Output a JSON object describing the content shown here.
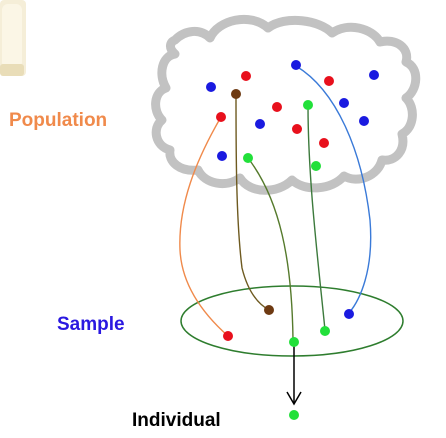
{
  "labels": {
    "population": "Population",
    "sample": "Sample",
    "individual": "Individual"
  },
  "colors": {
    "population_label": "#f08a4b",
    "sample_label": "#2a18e0",
    "individual_label": "#000000",
    "cloud_outline": "#c0c0c0",
    "ellipse": "#2e7d2e",
    "dot_red": "#e8101c",
    "dot_blue": "#1a1ae0",
    "dot_green": "#22e03a",
    "dot_brown": "#6e3a12",
    "curve_orange": "#f08a4b",
    "curve_green": "#3c7a3c",
    "curve_olive": "#557a2c",
    "curve_brown": "#6e5a20",
    "curve_blue": "#3a7ad8",
    "arrow": "#000000",
    "corner_object": "#f3ead0"
  },
  "icons": [
    "corner-object-icon",
    "down-arrow-icon"
  ]
}
